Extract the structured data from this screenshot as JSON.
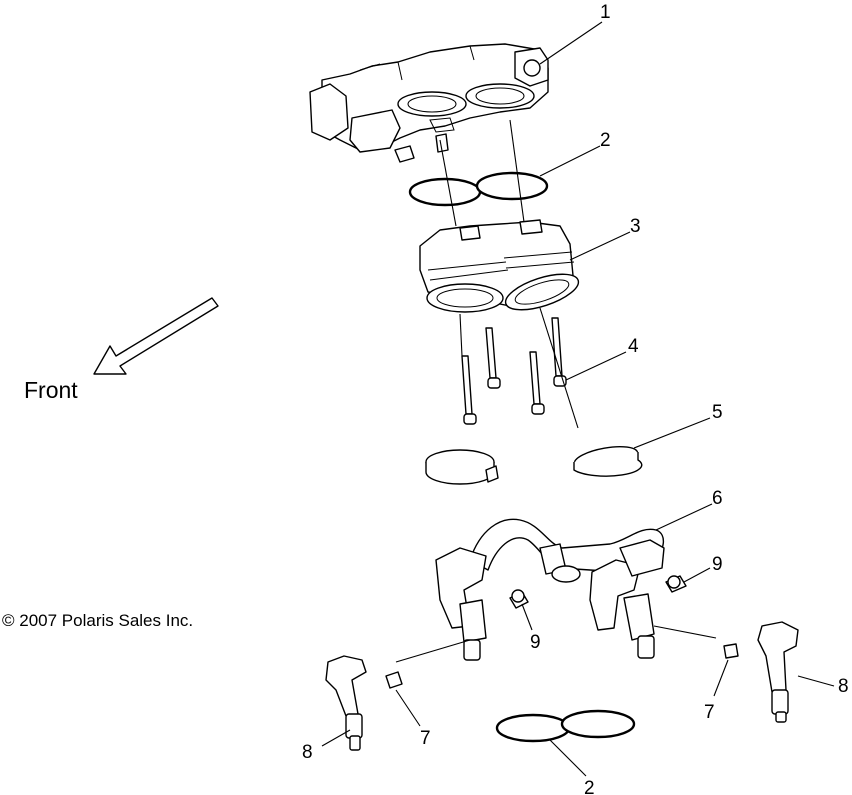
{
  "diagram": {
    "front_label": "Front",
    "copyright": "© 2007 Polaris Sales Inc.",
    "callouts": {
      "c1": "1",
      "c2a": "2",
      "c3": "3",
      "c4": "4",
      "c5": "5",
      "c6": "6",
      "c9a": "9",
      "c9b": "9",
      "c7a": "7",
      "c7b": "7",
      "c8a": "8",
      "c8b": "8",
      "c2b": "2"
    }
  }
}
